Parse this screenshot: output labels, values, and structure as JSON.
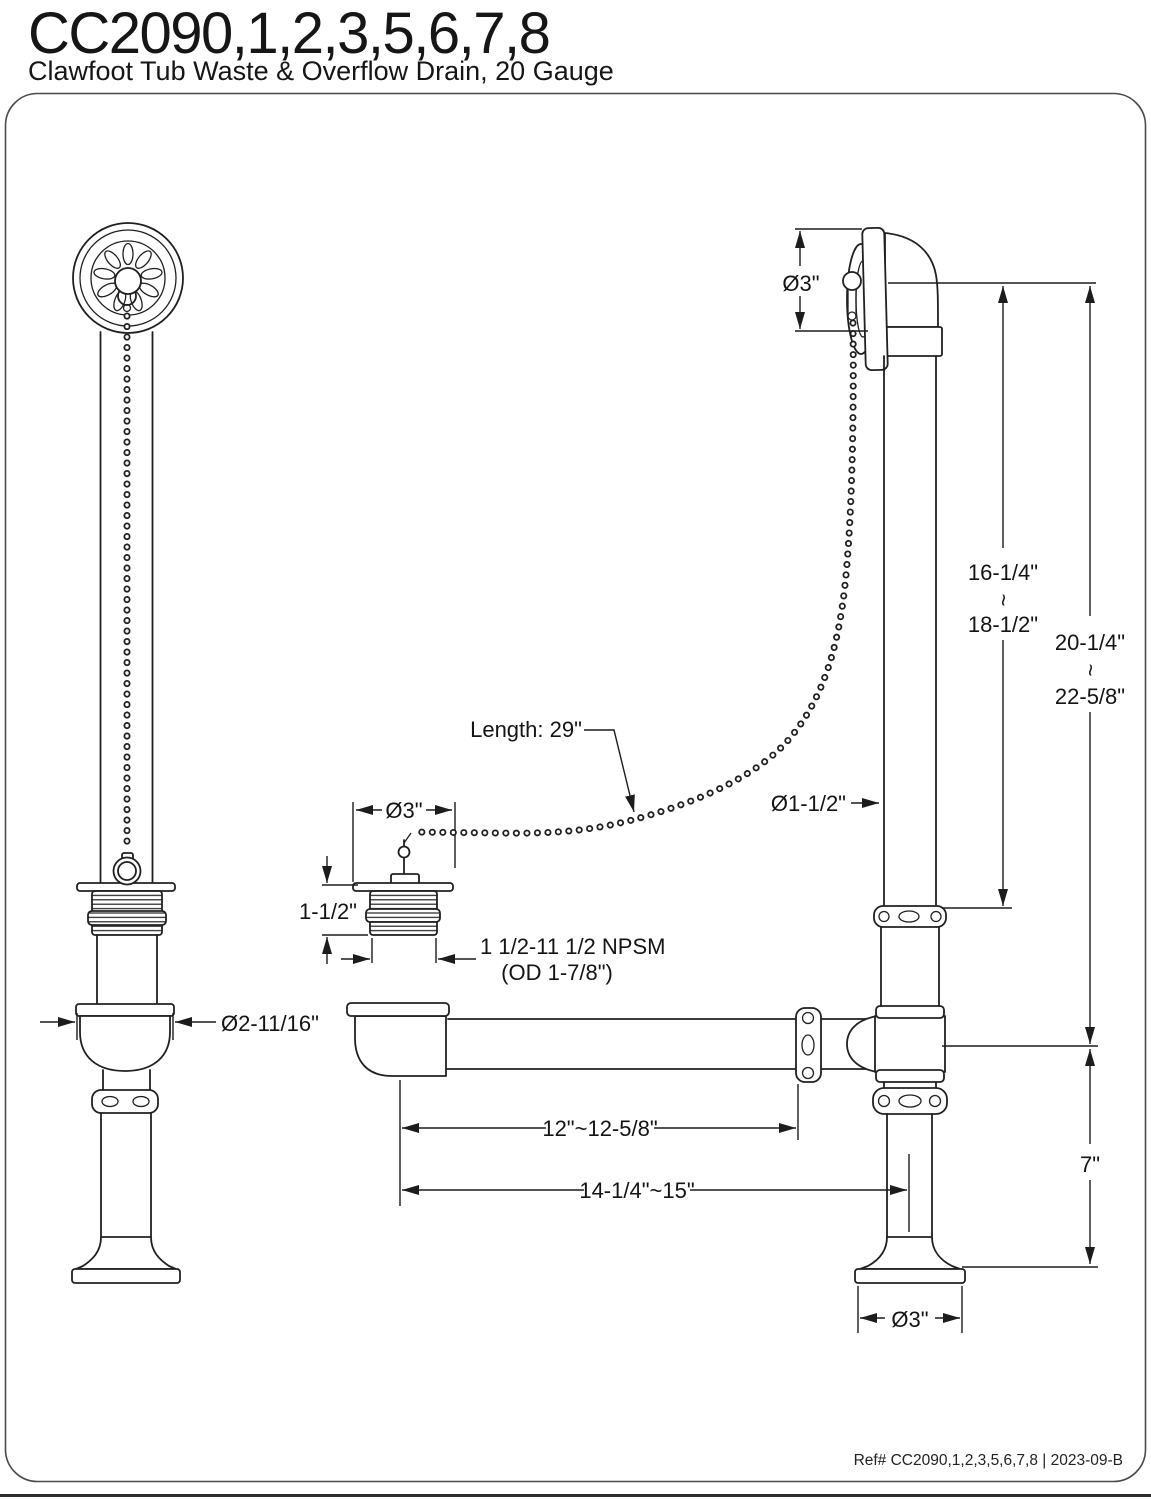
{
  "title": "CC2090,1,2,3,5,6,7,8",
  "subtitle": "Clawfoot Tub Waste & Overflow Drain, 20 Gauge",
  "footer_ref": "Ref# CC2090,1,2,3,5,6,7,8 | 2023-09-B",
  "labels": {
    "overflow_faceplate_od": "Ø3\"",
    "chain_length": "Length: 29\"",
    "drain_od": "Ø3\"",
    "drain_body_height": "1-1/2\"",
    "drain_thread_spec": "1 1/2-11 1/2 NPSM",
    "drain_thread_od": "(OD 1-7/8\")",
    "shoe_od": "Ø2-11/16\"",
    "tube_od": "Ø1-1/2\"",
    "overflow_min": "16-1/4\"",
    "overflow_max": "18-1/2\"",
    "overall_min": "20-1/4\"",
    "overall_max": "22-5/8\"",
    "range_tilde": "~",
    "arm_range": "12\"~12-5/8\"",
    "overall_arm_range": "14-1/4\"~15\"",
    "riser_height": "7\"",
    "base_od": "Ø3\""
  },
  "colors": {
    "line": "#202020",
    "background": "#ffffff",
    "frame": "#4a4a4a"
  }
}
